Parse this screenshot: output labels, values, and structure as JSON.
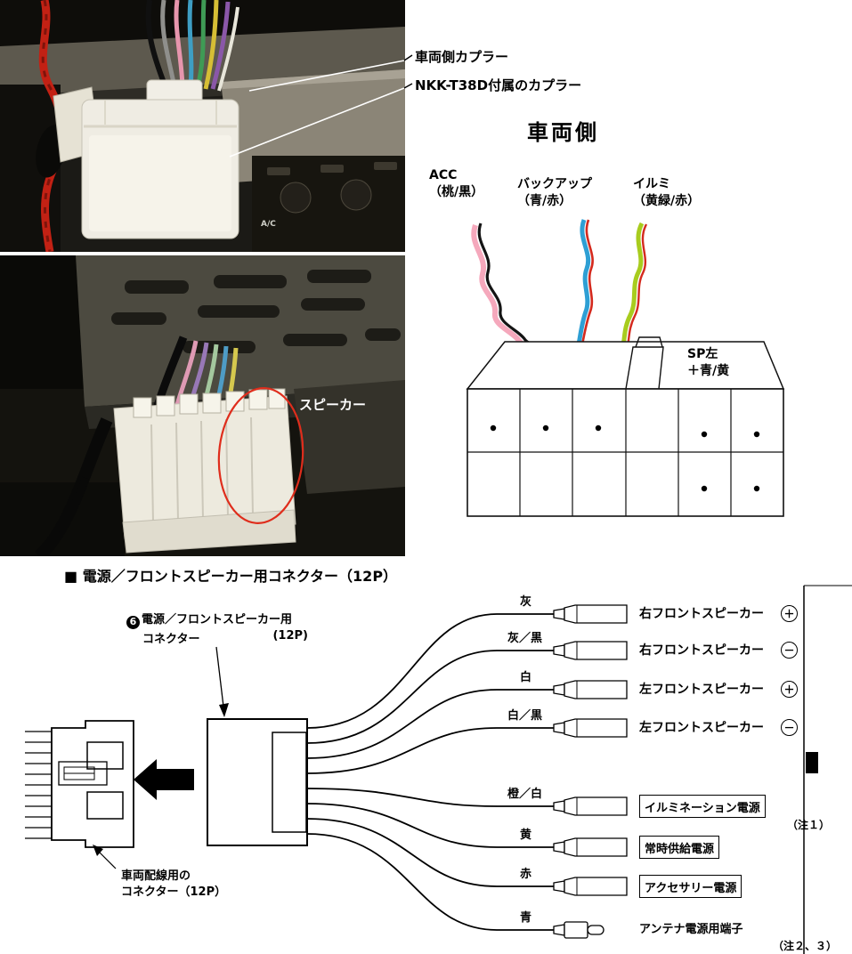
{
  "photo_annotations": {
    "line1": "車両側カプラー",
    "line2": "NKK-T38D付属のカプラー",
    "speaker": "スピーカー",
    "ac_button": "A/C"
  },
  "vehicle_side": {
    "title": "車両側",
    "wires": [
      {
        "name": "ACC",
        "color": "（桃/黒）"
      },
      {
        "name": "バックアップ",
        "color": "（青/赤）"
      },
      {
        "name": "イルミ",
        "color": "（黄緑/赤）"
      }
    ],
    "sp_line1": "SP左",
    "sp_line2": "＋青/黄"
  },
  "connector_section": {
    "heading": "■ 電源／フロントスピーカー用コネクター（12P）",
    "label_num": "6",
    "label_line1": "電源／フロントスピーカー用",
    "label_line2a": "コネクター",
    "label_line2b": "(12P)",
    "vehicle_label_line1": "車両配線用の",
    "vehicle_label_line2": "コネクター（12P）",
    "rows": [
      {
        "wire": "灰",
        "label": "右フロントスピーカー",
        "sign": "＋"
      },
      {
        "wire": "灰／黒",
        "label": "右フロントスピーカー",
        "sign": "－"
      },
      {
        "wire": "白",
        "label": "左フロントスピーカー",
        "sign": "＋"
      },
      {
        "wire": "白／黒",
        "label": "左フロントスピーカー",
        "sign": "－"
      },
      {
        "wire": "橙／白",
        "label": "イルミネーション電源",
        "note": "（注１）"
      },
      {
        "wire": "黄",
        "label": "常時供給電源"
      },
      {
        "wire": "赤",
        "label": "アクセサリー電源"
      },
      {
        "wire": "青",
        "label": "アンテナ電源用端子",
        "note": "（注２、３）"
      }
    ]
  }
}
